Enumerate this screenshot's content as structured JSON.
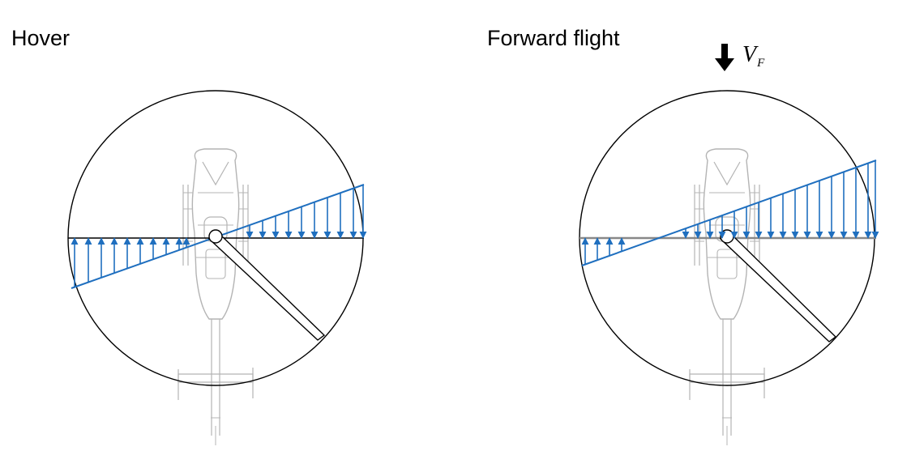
{
  "panels": {
    "hover": {
      "title": "Hover"
    },
    "forward": {
      "title": "Forward flight",
      "velocity_label": "V",
      "velocity_subscript": "F"
    }
  },
  "colors": {
    "arrow_blue": "#1f6fbf",
    "outline": "#000000",
    "helicopter_gray": "#b4b4b4"
  }
}
